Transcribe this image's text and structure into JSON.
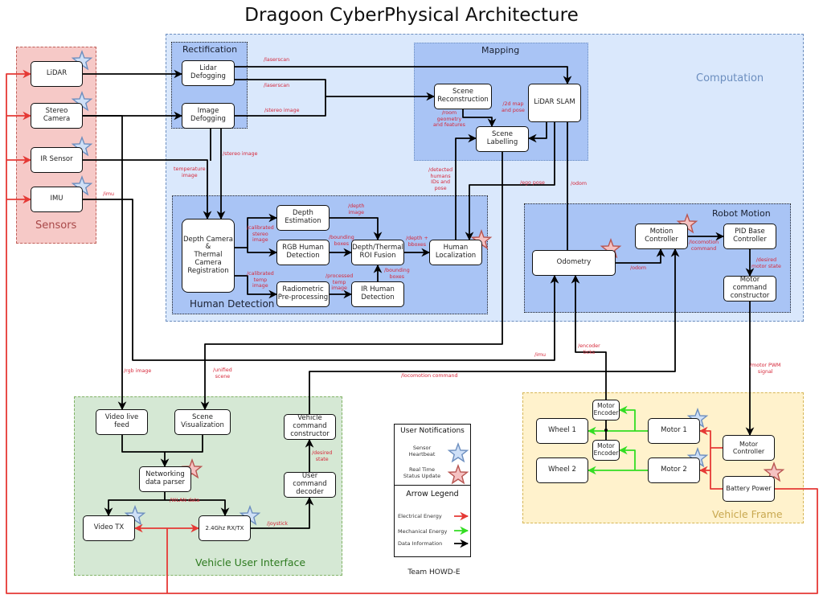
{
  "title": "Dragoon CyberPhysical Architecture",
  "colors": {
    "data_arrow": "#000000",
    "electrical_arrow": "#e53935",
    "mechanical_arrow": "#33dd22",
    "edge_label": "#d6283a",
    "heartbeat_star": "#cfe0f7",
    "status_star": "#f5c2c2"
  },
  "regions": {
    "sensors": "Sensors",
    "computation": "Computation",
    "rectification": "Rectification",
    "mapping": "Mapping",
    "human_detection": "Human Detection",
    "robot_motion": "Robot Motion",
    "vehicle_ui": "Vehicle User Interface",
    "vehicle_frame": "Vehicle Frame"
  },
  "nodes": {
    "lidar": "LiDAR",
    "stereo_camera": "Stereo Camera",
    "ir_sensor": "IR Sensor",
    "imu": "IMU",
    "lidar_defogging": "Lidar Defogging",
    "image_defogging": "Image\nDefogging",
    "scene_reconstruction": "Scene\nReconstruction",
    "lidar_slam": "LiDAR SLAM",
    "scene_labelling": "Scene Labelling",
    "depth_thermal_registration": "Depth Camera &\nThermal Camera\nRegistration",
    "depth_estimation": "Depth\nEstimation",
    "rgb_human_detection": "RGB Human\nDetection",
    "radiometric_preprocessing": "Radiometric\nPre-processing",
    "roi_fusion": "Depth/Thermal\nROI Fusion",
    "ir_human_detection": "IR Human\nDetection",
    "human_localization": "Human\nLocalization",
    "odometry": "Odometry",
    "motion_controller": "Motion\nController",
    "pid_base_controller": "PID Base\nController",
    "motor_command_constructor": "Motor\ncommand\nconstructor",
    "video_live_feed": "Video live feed",
    "scene_visualization": "Scene\nVisualization",
    "networking_data_parser": "Networking\ndata parser",
    "video_tx": "Video TX",
    "rx_tx_24ghz": "2.4Ghz RX/TX",
    "vehicle_command_constructor": "Vehicle\ncommand\nconstructor",
    "user_command_decoder": "User command\ndecoder",
    "wheel_1": "Wheel 1",
    "wheel_2": "Wheel 2",
    "motor_encoder_1": "Motor\nEncoder",
    "motor_encoder_2": "Motor\nEncoder",
    "motor_1": "Motor 1",
    "motor_2": "Motor 2",
    "motor_controller": "Motor Controller",
    "battery_power": "Battery Power"
  },
  "edge_labels": [
    "/laserscan",
    "/laserscan",
    "/stereo image",
    "/stereo image",
    "temperature\nimage",
    "/room\ngeometry\nand features",
    "/2d map\nand pose",
    "/detected\nhumans\nIDs and\npose",
    "/ego pose",
    "/odom",
    "/calibrated\nstereo\nimage",
    "/calibrated\ntemp\nimage",
    "/depth\nimage",
    "/bounding\nboxes",
    "/processed\ntemp\nimage",
    "/bounding\nboxes",
    "/depth +\nbboxes",
    "/locomotion\ncommand",
    "/odom",
    "/desired\nmotor state",
    "/imu",
    "/imu",
    "/encoder\nticks",
    "/rgb image",
    "/unified\nscene",
    "/locomotion command",
    "/motor PWM\nsignal",
    "/desired\nstate",
    "/WLAN data",
    "/joystick"
  ],
  "legend": {
    "notifications_title": "User Notifications",
    "sensor_heartbeat": "Sensor\nHeartbeat",
    "status_update": "Real Time\nStatus Update",
    "arrow_title": "Arrow Legend",
    "electrical": "Electrical Energy",
    "mechanical": "Mechanical Energy",
    "data": "Data Information"
  },
  "team": "Team HOWD-E"
}
